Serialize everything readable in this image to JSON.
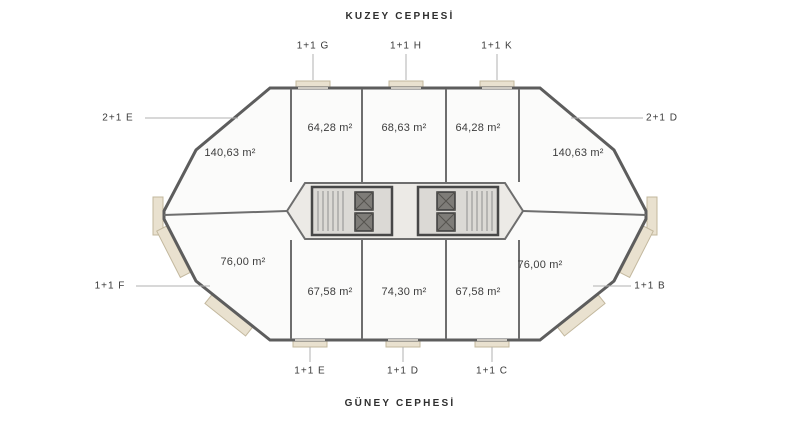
{
  "facades": {
    "north": "KUZEY CEPHESİ",
    "south": "GÜNEY CEPHESİ"
  },
  "units": [
    {
      "name": "1+1 G",
      "area": "64,28 m²",
      "position": "top-left"
    },
    {
      "name": "1+1 H",
      "area": "68,63 m²",
      "position": "top-center"
    },
    {
      "name": "1+1 K",
      "area": "64,28 m²",
      "position": "top-right"
    },
    {
      "name": "2+1 E",
      "area": "140,63 m²",
      "position": "left-wing-upper"
    },
    {
      "name": "2+1 D",
      "area": "140,63 m²",
      "position": "right-wing-upper"
    },
    {
      "name": "1+1 F",
      "area": "76,00 m²",
      "position": "left-wing-lower"
    },
    {
      "name": "1+1 B",
      "area": "76,00 m²",
      "position": "right-wing-lower"
    },
    {
      "name": "1+1 E",
      "area": "67,58 m²",
      "position": "bottom-left"
    },
    {
      "name": "1+1 D",
      "area": "74,30 m²",
      "position": "bottom-center"
    },
    {
      "name": "1+1 C",
      "area": "67,58 m²",
      "position": "bottom-right"
    }
  ],
  "colors": {
    "wall": "#5d5d5d",
    "corridor_fill": "#eceae6",
    "core_fill": "#dbd9d5",
    "balcony_fill": "#e9e1cf",
    "background": "#ffffff"
  }
}
